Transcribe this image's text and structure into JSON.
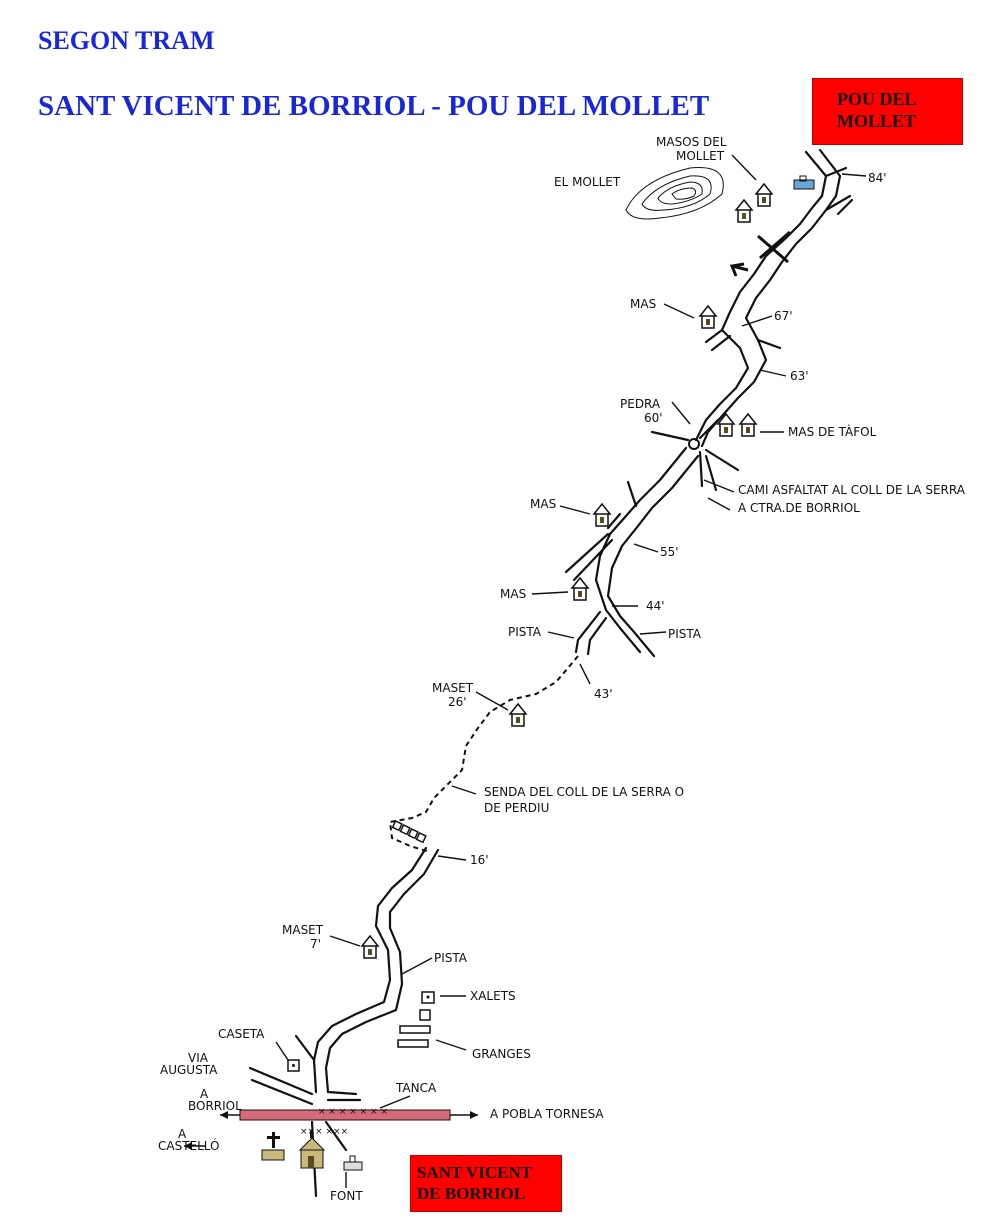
{
  "title": {
    "line1": "SEGON TRAM",
    "line2": "SANT VICENT DE BORRIOL - POU DEL MOLLET"
  },
  "endpoints": {
    "top_box": [
      "POU DEL",
      "MOLLET"
    ],
    "bottom_box": [
      "SANT VICENT",
      "DE BORRIOL"
    ],
    "box_color": "#ff0000",
    "title_color": "#1a27d8"
  },
  "labels": {
    "masos_del_mollet": [
      "MASOS DEL",
      "MOLLET"
    ],
    "el_mollet": "EL MOLLET",
    "t84": "84'",
    "mas_67": "MAS",
    "t67": "67'",
    "t63": "63'",
    "pedra": [
      "PEDRA",
      "60'"
    ],
    "mas_de_tafol": "MAS DE TÀFOL",
    "cami_asfaltat": "CAMI ASFALTAT AL COLL DE LA SERRA",
    "a_ctra_borriol": "A CTRA.DE BORRIOL",
    "mas_55": "MAS",
    "t55": "55'",
    "mas_44": "MAS",
    "t44": "44'",
    "pista_left": "PISTA",
    "pista_right": "PISTA",
    "t43": "43'",
    "maset_26": [
      "MASET",
      "26'"
    ],
    "senda": [
      "SENDA DEL COLL DE LA SERRA O",
      "DE PERDIU"
    ],
    "t16": "16'",
    "maset_7": [
      "MASET",
      "7'"
    ],
    "pista_low": "PISTA",
    "xalets": "XALETS",
    "granges": "GRANGES",
    "caseta": "CASETA",
    "via_augusta": [
      "VIA",
      "AUGUSTA"
    ],
    "tanca": "TANCA",
    "a_borriol": [
      "A",
      "BORRIOL"
    ],
    "a_pobla_tornesa": "A POBLA TORNESA",
    "a_castello": [
      "A",
      "CASTELLÓ"
    ],
    "font": "FONT"
  },
  "icons": [
    "house-icon",
    "hill-contour-icon",
    "well-icon",
    "church-icon",
    "cross-icon",
    "fountain-icon",
    "roundabout-icon",
    "crossed-path-icon",
    "turn-arrow-icon"
  ],
  "road_color": "#d66a7a"
}
